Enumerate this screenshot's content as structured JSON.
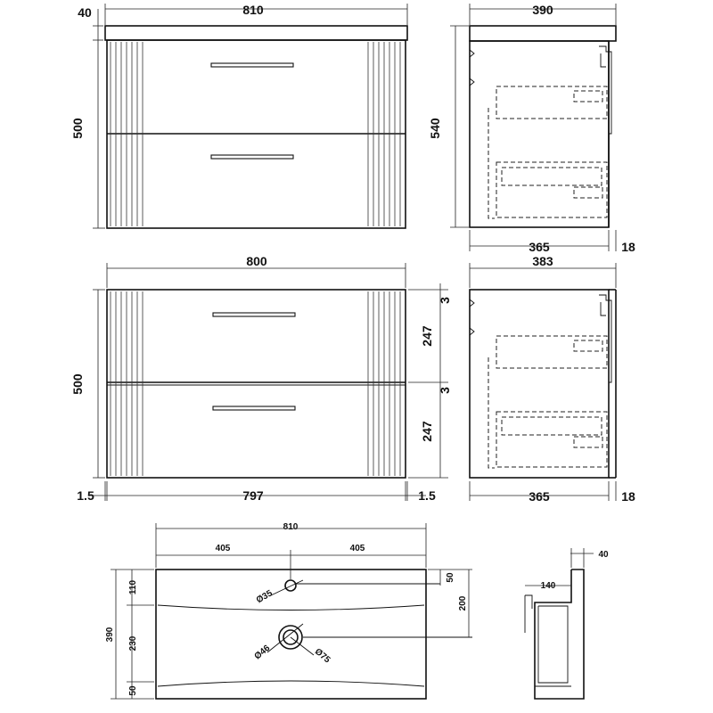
{
  "labels": {
    "front_top_width": "810",
    "front_top_worktop": "40",
    "front_top_height": "500",
    "side_top_depth": "390",
    "side_top_height": "540",
    "side_top_body": "365",
    "side_top_door": "18",
    "front_bottom_width": "800",
    "front_bottom_height": "500",
    "front_bottom_drawer_upper": "247",
    "front_bottom_drawer_lower": "247",
    "front_bottom_gap_upper": "3",
    "front_bottom_gap_lower": "3",
    "front_bottom_side_left": "1.5",
    "front_bottom_inner": "797",
    "front_bottom_side_right": "1.5",
    "side_bottom_depth": "383",
    "side_bottom_body": "365",
    "side_bottom_door": "18",
    "basin_width": "810",
    "basin_half_left": "405",
    "basin_half_right": "405",
    "basin_depth": "390",
    "basin_tap_offset": "110",
    "basin_bowl_depth": "230",
    "basin_front_lip": "50",
    "basin_tap_to_back": "50",
    "basin_waste_to_back": "200",
    "basin_tap_hole": "Ø35",
    "basin_waste_hole": "Ø46",
    "basin_waste_outer": "Ø75",
    "section_thickness": "40",
    "section_depth": "140"
  }
}
